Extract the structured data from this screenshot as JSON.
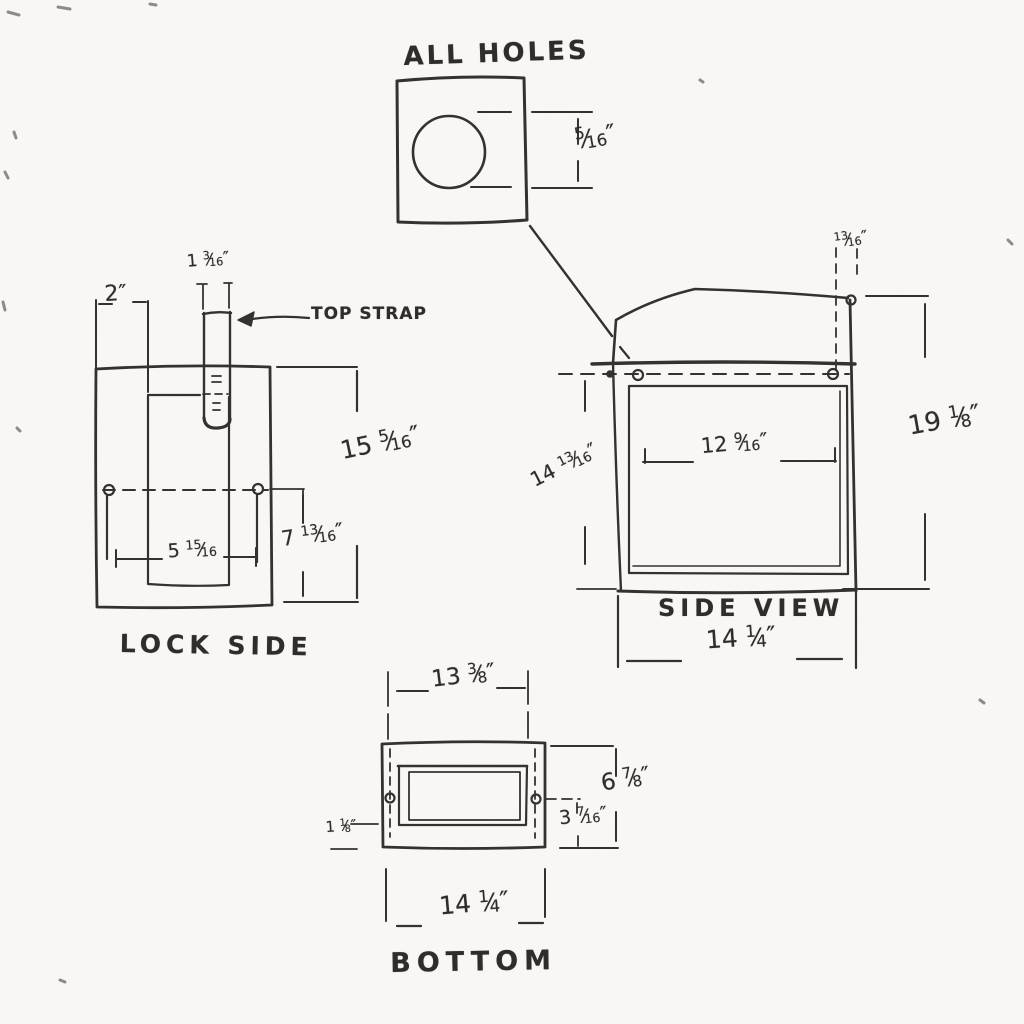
{
  "page": {
    "paper_color": "#f8f7f4",
    "ink_color": "#333130"
  },
  "hole_detail": {
    "title": "ALL HOLES",
    "hole_diameter": "5/16″"
  },
  "lock_side": {
    "title": "LOCK SIDE",
    "strap_label": "TOP STRAP",
    "strap_width": "1 3/16″",
    "side_offset": "2″",
    "overall_height": "15 5/16″",
    "hole_spacing": "5 15/16",
    "hole_to_bottom": "7 13/16″"
  },
  "side_view": {
    "title": "SIDE VIEW",
    "lid_hole_offset": "13/16″",
    "inner_width": "12 9/16″",
    "hole_to_bottom": "14 13/16″",
    "overall_height": "19 1/8″",
    "overall_width": "14 1/4″"
  },
  "bottom_view": {
    "title": "BOTTOM",
    "inner_width": "13 3/8″",
    "overall_depth": "6 7/8″",
    "hole_to_bottom": "3 7/16″",
    "edge_offset": "1 1/8″",
    "overall_width": "14 1/4″"
  }
}
